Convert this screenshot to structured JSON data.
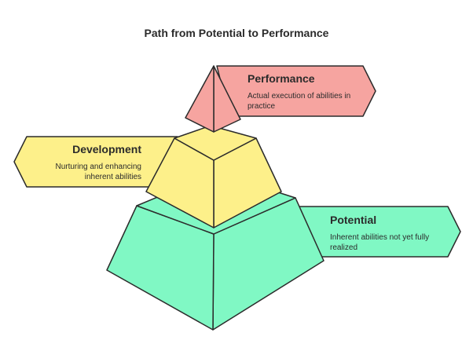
{
  "title": "Path from Potential to Performance",
  "colors": {
    "performance": "#f6a4a0",
    "development": "#fdf08a",
    "potential": "#80f8c4",
    "stroke": "#2b2b2b"
  },
  "levels": [
    {
      "heading": "Performance",
      "description": "Actual execution of abilities in practice"
    },
    {
      "heading": "Development",
      "description": "Nurturing and enhancing inherent abilities"
    },
    {
      "heading": "Potential",
      "description": "Inherent abilities not yet fully realized"
    }
  ]
}
